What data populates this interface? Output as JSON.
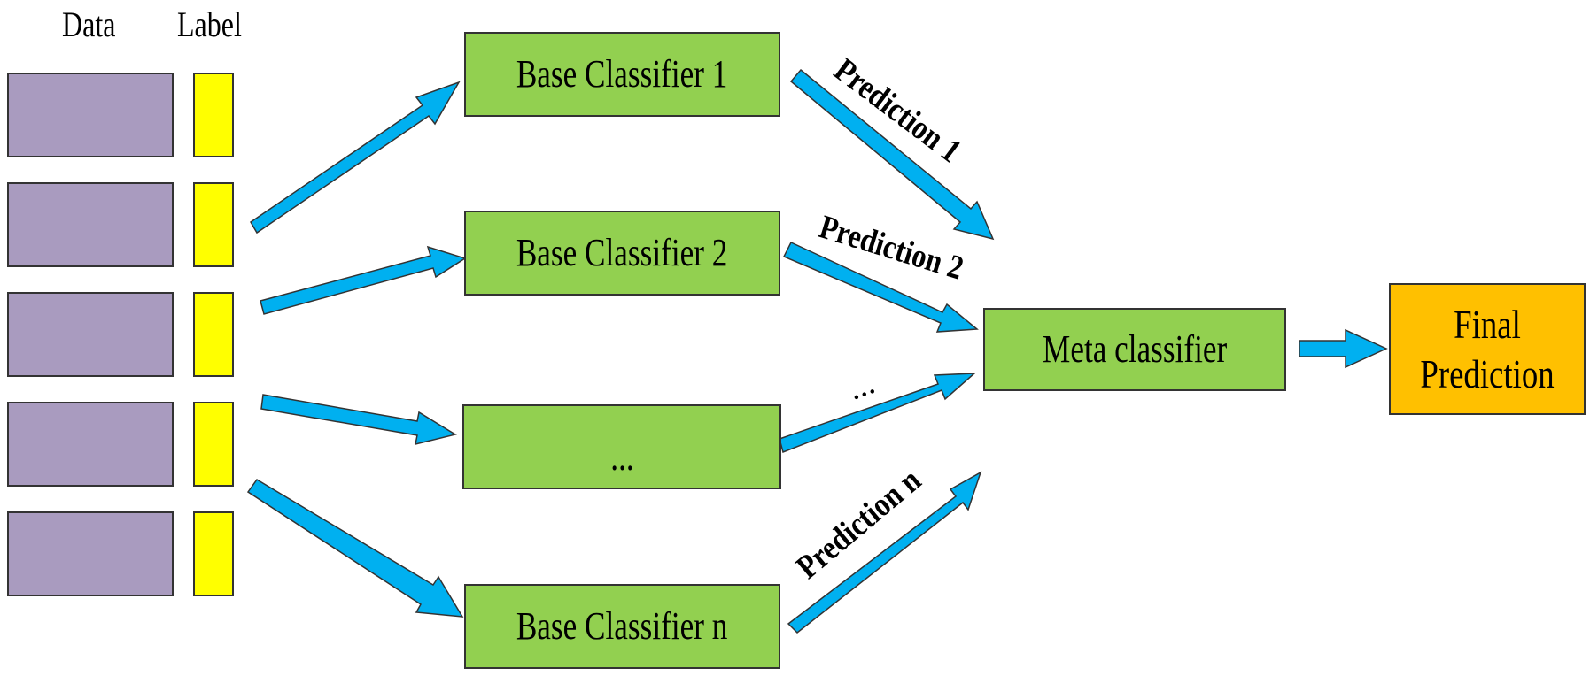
{
  "headers": {
    "data": "Data",
    "label": "Label"
  },
  "rows_count": 5,
  "base_classifiers": [
    {
      "label": "Base Classifier 1"
    },
    {
      "label": "Base Classifier 2"
    },
    {
      "label": "..."
    },
    {
      "label": "Base Classifier n"
    }
  ],
  "meta_classifier": {
    "label": "Meta classifier"
  },
  "final": {
    "label": "Final Prediction"
  },
  "predictions": {
    "p1": "Prediction 1",
    "p2": "Prediction 2",
    "p3": "...",
    "pn": "Prediction n"
  },
  "colors": {
    "data_fill": "#A99BBF",
    "label_fill": "#FFFF00",
    "classifier_fill": "#92D050",
    "final_fill": "#FFC000",
    "arrow_fill": "#00B0F0",
    "border": "#333333"
  }
}
